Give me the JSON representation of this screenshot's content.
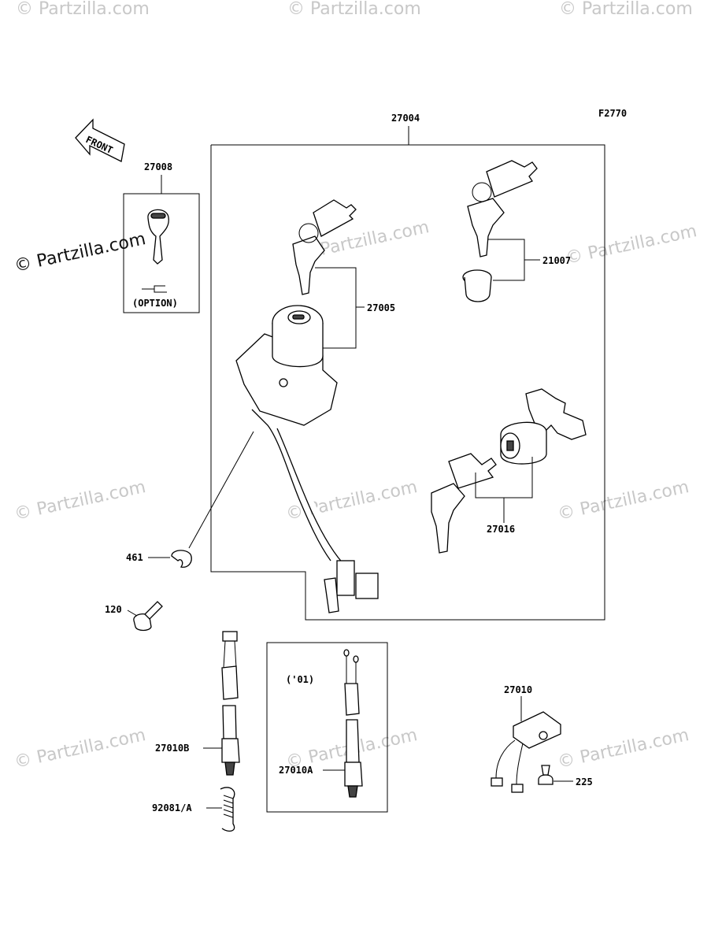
{
  "figure_code": "F2770",
  "front_label": "FRONT",
  "watermark": "© Partzilla.com",
  "parts": {
    "p27004": "27004",
    "p27008": "27008",
    "p27005": "27005",
    "p21007": "21007",
    "p27016": "27016",
    "p461": "461",
    "p120": "120",
    "p27010B": "27010B",
    "p92081A": "92081/A",
    "p27010A": "27010A",
    "p27010": "27010",
    "p225": "225"
  },
  "notes": {
    "option": "(OPTION)",
    "year": "('01)"
  }
}
